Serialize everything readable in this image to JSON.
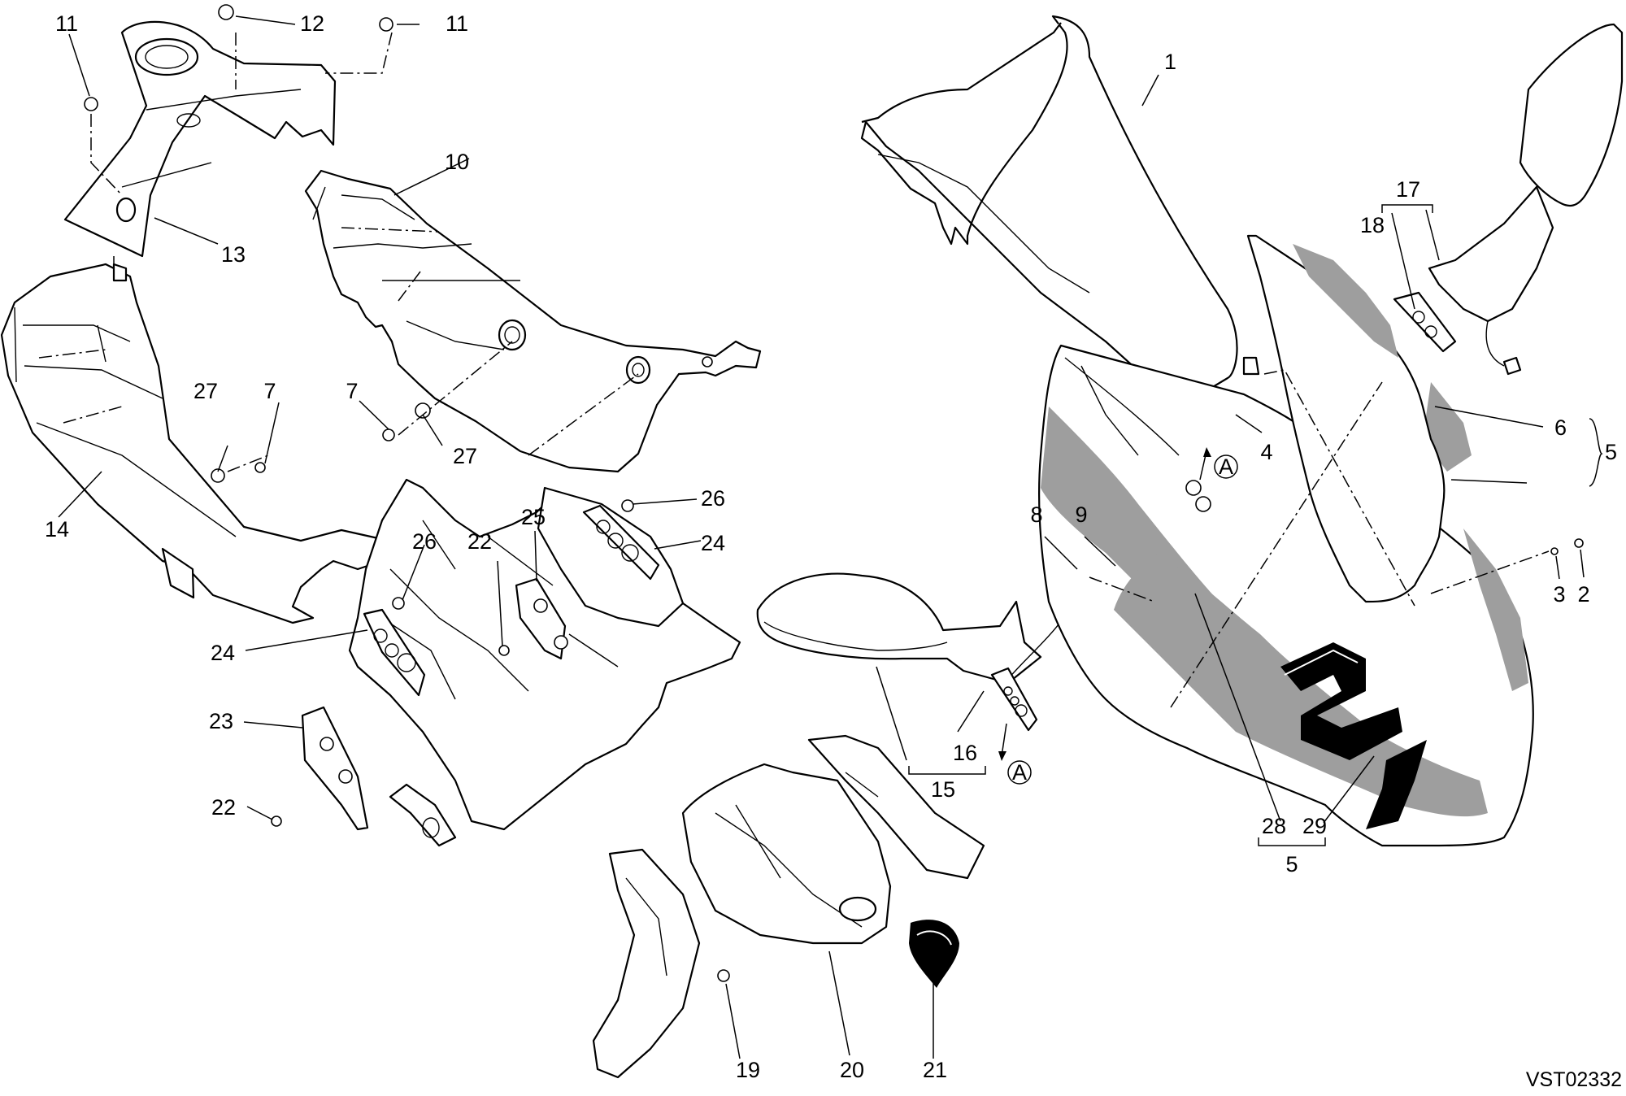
{
  "labels": [
    {
      "id": "1",
      "text": "1"
    },
    {
      "id": "2",
      "text": "2"
    },
    {
      "id": "3",
      "text": "3"
    },
    {
      "id": "4",
      "text": "4"
    },
    {
      "id": "5a",
      "text": "5"
    },
    {
      "id": "5b",
      "text": "5"
    },
    {
      "id": "6",
      "text": "6"
    },
    {
      "id": "7a",
      "text": "7"
    },
    {
      "id": "7b",
      "text": "7"
    },
    {
      "id": "8",
      "text": "8"
    },
    {
      "id": "9",
      "text": "9"
    },
    {
      "id": "10",
      "text": "10"
    },
    {
      "id": "11a",
      "text": "11"
    },
    {
      "id": "11b",
      "text": "11"
    },
    {
      "id": "12",
      "text": "12"
    },
    {
      "id": "13",
      "text": "13"
    },
    {
      "id": "14",
      "text": "14"
    },
    {
      "id": "15",
      "text": "15"
    },
    {
      "id": "16",
      "text": "16"
    },
    {
      "id": "17",
      "text": "17"
    },
    {
      "id": "18",
      "text": "18"
    },
    {
      "id": "19",
      "text": "19"
    },
    {
      "id": "20",
      "text": "20"
    },
    {
      "id": "21",
      "text": "21"
    },
    {
      "id": "22a",
      "text": "22"
    },
    {
      "id": "22b",
      "text": "22"
    },
    {
      "id": "23",
      "text": "23"
    },
    {
      "id": "24a",
      "text": "24"
    },
    {
      "id": "24b",
      "text": "24"
    },
    {
      "id": "25",
      "text": "25"
    },
    {
      "id": "26a",
      "text": "26"
    },
    {
      "id": "26b",
      "text": "26"
    },
    {
      "id": "27a",
      "text": "27"
    },
    {
      "id": "27b",
      "text": "27"
    },
    {
      "id": "28",
      "text": "28"
    },
    {
      "id": "29",
      "text": "29"
    }
  ],
  "markers": {
    "a1": "A",
    "a2": "A"
  },
  "drawing_code": "VST02332",
  "race_number": "21"
}
